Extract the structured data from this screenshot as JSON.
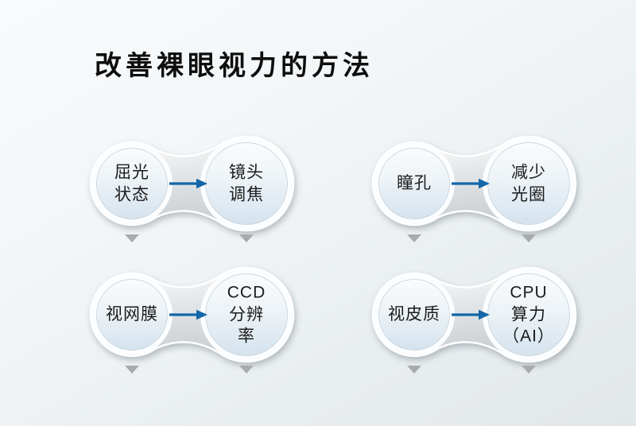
{
  "title": "改善裸眼视力的方法",
  "colors": {
    "background_top": "#f8fbfc",
    "background_bottom": "#e2e7ea",
    "capsule_gray": "#ccd1d4",
    "bubble_fill_bottom": "#d7e4ee",
    "arrow_blue": "#1266a9",
    "triangle_gray": "#a7abae",
    "text": "#1b1b1b"
  },
  "groups": [
    {
      "name": "refraction",
      "source": "屈光\n状态",
      "target": "镜头\n调焦"
    },
    {
      "name": "pupil",
      "source": "瞳孔",
      "target": "减少\n光圈"
    },
    {
      "name": "retina",
      "source": "视网膜",
      "target": "CCD\n分辨率"
    },
    {
      "name": "cortex",
      "source": "视皮质",
      "target": "CPU算力\n（AI）"
    }
  ]
}
